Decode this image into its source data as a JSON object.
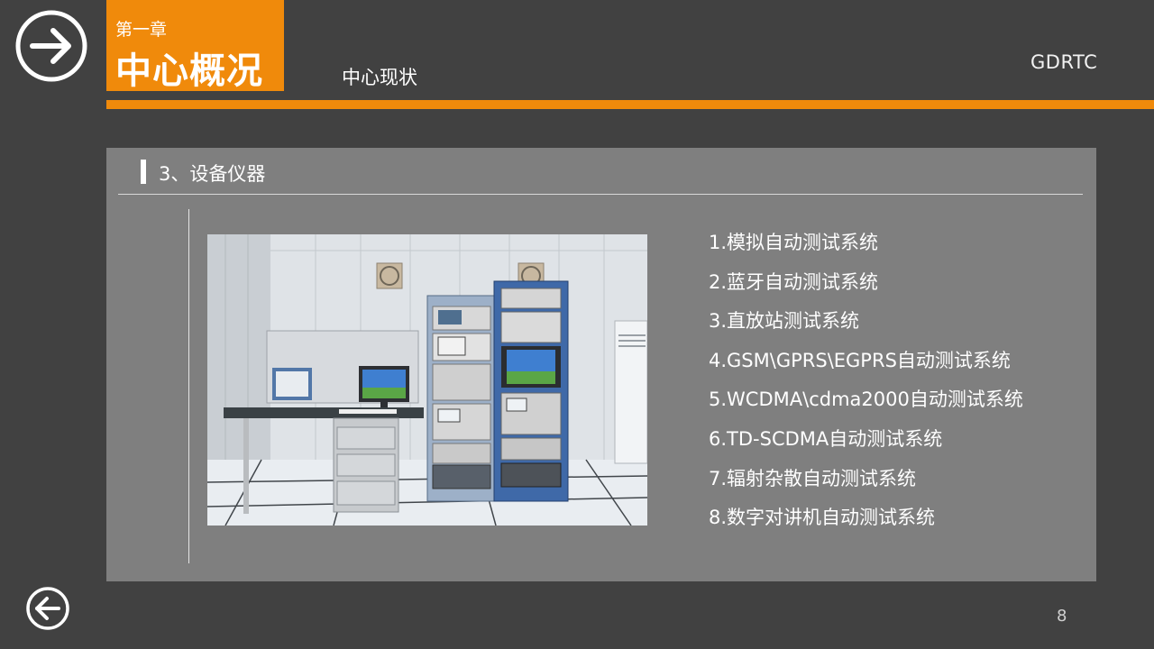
{
  "header": {
    "chapter_label": "第一章",
    "chapter_title": "中心概况",
    "section_title": "中心现状",
    "brand": "GDRTC",
    "forward_icon": "arrow-right-circle-icon"
  },
  "panel": {
    "subtitle": "3、设备仪器",
    "photo_alt": "equipment-photo",
    "systems": [
      "1.模拟自动测试系统",
      "2.蓝牙自动测试系统",
      "3.直放站测试系统",
      "4.GSM\\GPRS\\EGPRS自动测试系统",
      "5.WCDMA\\cdma2000自动测试系统",
      "6.TD-SCDMA自动测试系统",
      "7.辐射杂散自动测试系统",
      "8.数字对讲机自动测试系统"
    ]
  },
  "footer": {
    "back_icon": "arrow-left-circle-icon",
    "page_number": "8"
  },
  "colors": {
    "background": "#414141",
    "accent": "#f08a0b",
    "panel": "#7f7f7f",
    "text": "#ffffff"
  }
}
